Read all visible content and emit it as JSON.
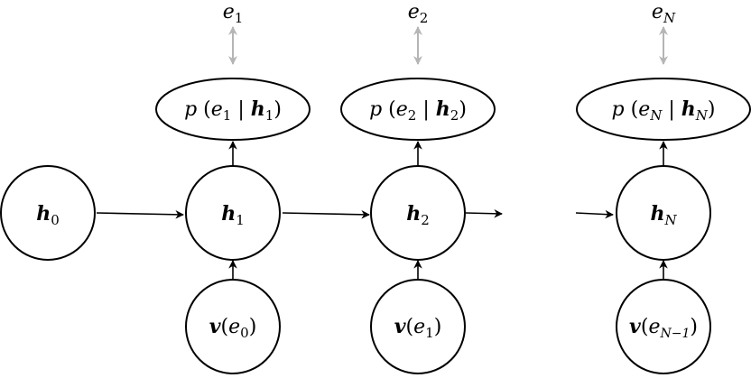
{
  "nodes": {
    "h0": {
      "base": "h",
      "sub": "0"
    },
    "h1": {
      "base": "h",
      "sub": "1"
    },
    "h2": {
      "base": "h",
      "sub": "2"
    },
    "hN": {
      "base": "h",
      "sub": "N"
    },
    "v0": {
      "base": "v",
      "arg": "e",
      "sub": "0"
    },
    "v1": {
      "base": "v",
      "arg": "e",
      "sub": "1"
    },
    "vN": {
      "base": "v",
      "arg": "e",
      "sub": "N−1"
    }
  },
  "prob": {
    "p1": {
      "fn": "p",
      "e": "e",
      "esub": "1",
      "sep": "|",
      "h": "h",
      "hsub": "1"
    },
    "p2": {
      "fn": "p",
      "e": "e",
      "esub": "2",
      "sep": "|",
      "h": "h",
      "hsub": "2"
    },
    "pN": {
      "fn": "p",
      "e": "e",
      "esub": "N",
      "sep": "|",
      "h": "h",
      "hsub": "N"
    }
  },
  "emissions": {
    "e1": {
      "base": "e",
      "sub": "1"
    },
    "e2": {
      "base": "e",
      "sub": "2"
    },
    "eN": {
      "base": "e",
      "sub": "N"
    }
  },
  "colors": {
    "stroke": "#000000",
    "emission_arrow": "#b5b5b5"
  }
}
